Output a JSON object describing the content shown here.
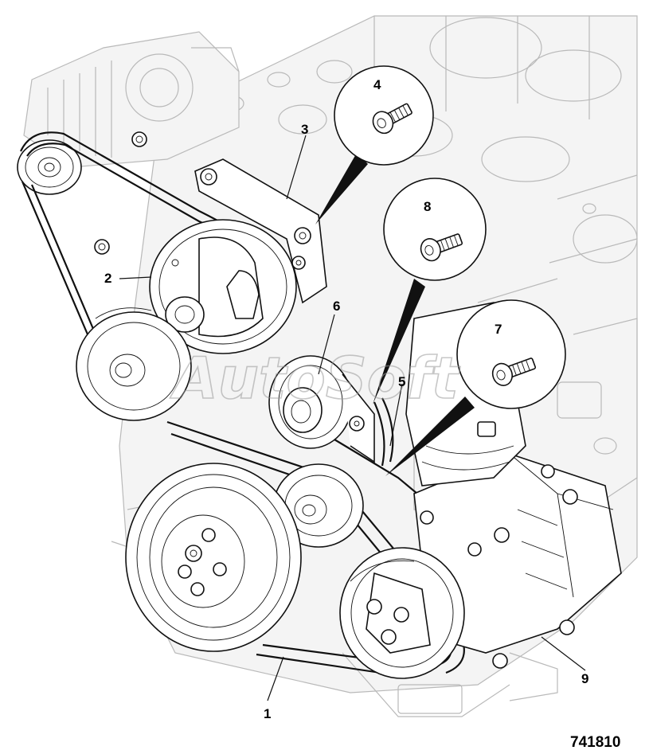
{
  "diagram": {
    "figure_id": "741810",
    "watermark": "AutoSoft",
    "callouts": [
      {
        "id": "callout-1",
        "label": "1"
      },
      {
        "id": "callout-2",
        "label": "2"
      },
      {
        "id": "callout-3",
        "label": "3"
      },
      {
        "id": "callout-4",
        "label": "4"
      },
      {
        "id": "callout-5",
        "label": "5"
      },
      {
        "id": "callout-6",
        "label": "6"
      },
      {
        "id": "callout-7",
        "label": "7"
      },
      {
        "id": "callout-8",
        "label": "8"
      },
      {
        "id": "callout-9",
        "label": "9"
      }
    ]
  }
}
